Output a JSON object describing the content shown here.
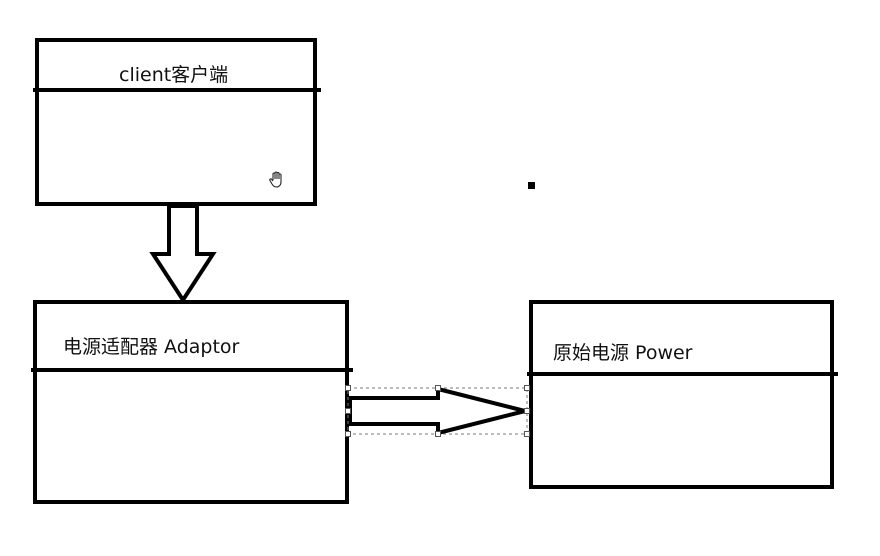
{
  "boxes": {
    "client": {
      "label": "client客户端"
    },
    "adaptor": {
      "label": "电源适配器 Adaptor"
    },
    "power": {
      "label": "原始电源 Power"
    }
  },
  "icons": {
    "cursor": "hand-pointer-icon"
  },
  "colors": {
    "stroke": "#000000",
    "background": "#ffffff",
    "selection": "#7a7a7a"
  }
}
